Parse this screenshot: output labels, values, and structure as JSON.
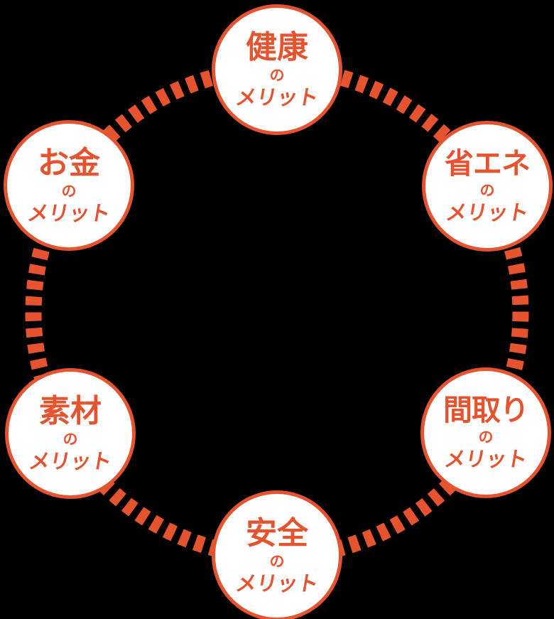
{
  "diagram": {
    "type": "circular-relationship-diagram",
    "colors": {
      "accent": "#e5532f",
      "background": "#000000",
      "node_fill": "#ffffff"
    },
    "connector": {
      "style": "thick-dashed-ring",
      "shape": "circle"
    },
    "nodes": [
      {
        "key": "health",
        "title": "健康",
        "particle": "の",
        "label": "メリット"
      },
      {
        "key": "energy-saving",
        "title": "省エネ",
        "particle": "の",
        "label": "メリット"
      },
      {
        "key": "floor-plan",
        "title": "間取り",
        "particle": "の",
        "label": "メリット"
      },
      {
        "key": "safety",
        "title": "安全",
        "particle": "の",
        "label": "メリット"
      },
      {
        "key": "materials",
        "title": "素材",
        "particle": "の",
        "label": "メリット"
      },
      {
        "key": "money",
        "title": "お金",
        "particle": "の",
        "label": "メリット"
      }
    ]
  }
}
